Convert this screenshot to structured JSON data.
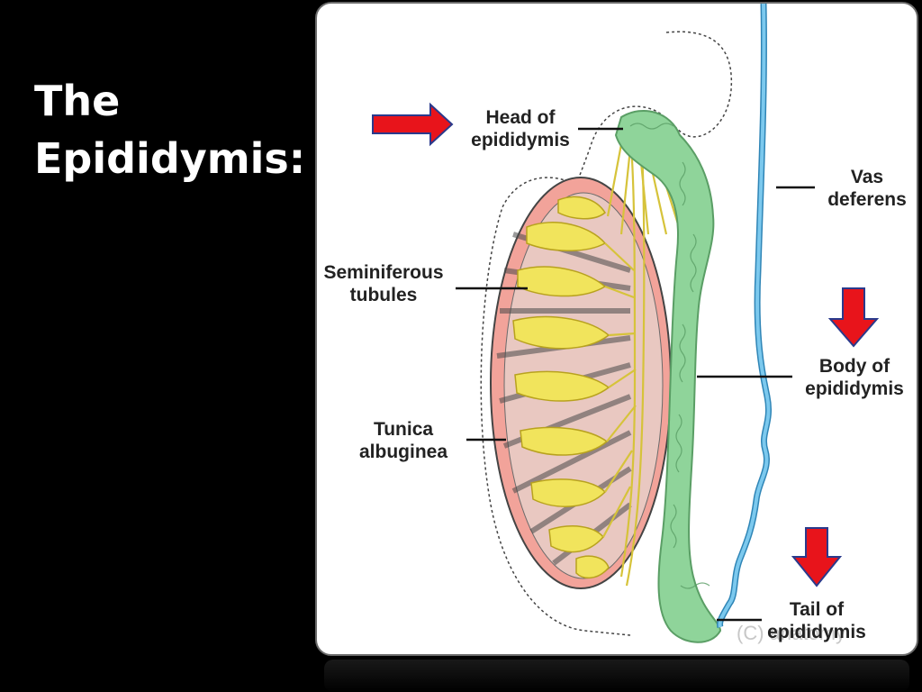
{
  "title": {
    "line1": "The",
    "line2": "Epididymis:"
  },
  "labels": {
    "head": {
      "line1": "Head of",
      "line2": "epididymis"
    },
    "vas": {
      "line1": "Vas",
      "line2": "deferens"
    },
    "seminiferous": {
      "line1": "Seminiferous",
      "line2": "tubules"
    },
    "body": {
      "line1": "Body of",
      "line2": "epididymis"
    },
    "tunica": {
      "line1": "Tunica",
      "line2": "albuginea"
    },
    "tail": {
      "line1": "Tail of",
      "line2": "epididymis"
    }
  },
  "watermark": "(C) anatomy",
  "colors": {
    "background": "#000000",
    "panel": "#ffffff",
    "arrow": "#e8141b",
    "epididymis": "#8fd49a",
    "vas_deferens": "#5ab4e0",
    "tunica": "#f2a39a",
    "tubules": "#f1e45c"
  },
  "icons": [
    "arrow-right-icon",
    "arrow-down-icon"
  ]
}
